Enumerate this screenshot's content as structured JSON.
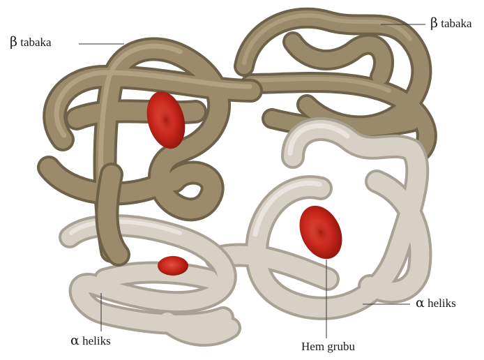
{
  "labels": {
    "beta_left": {
      "symbol": "β",
      "text": "tabaka"
    },
    "beta_right": {
      "symbol": "β",
      "text": "tabaka"
    },
    "alpha_left": {
      "symbol": "α",
      "text": "heliks"
    },
    "alpha_right": {
      "symbol": "α",
      "text": "heliks"
    },
    "heme": {
      "text": "Hem grubu"
    }
  },
  "colors": {
    "beta_chain": "#8f8062",
    "alpha_chain": "#ccc5b8",
    "heme": "#c8261b",
    "leader_line": "#333333"
  }
}
